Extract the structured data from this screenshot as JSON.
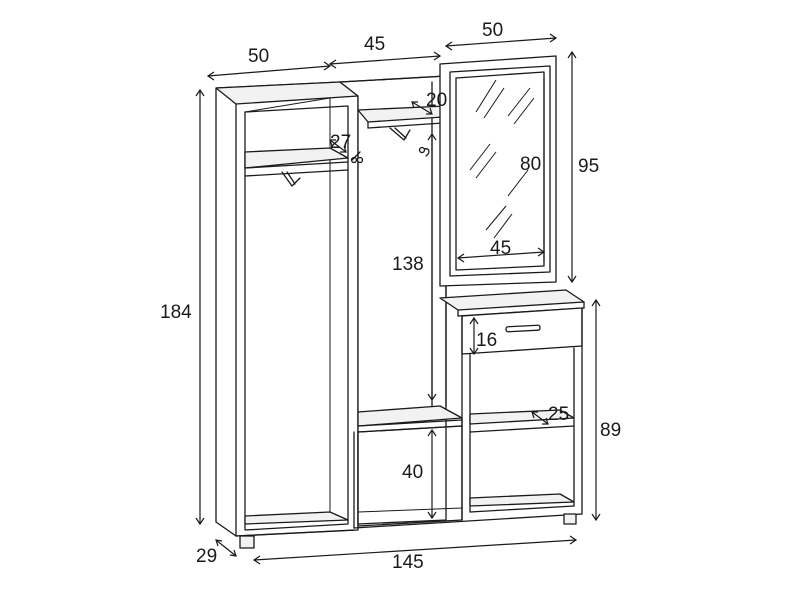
{
  "diagram": {
    "dimensions": {
      "top_left_width": "50",
      "top_middle_width": "45",
      "top_right_width": "50",
      "shelf_depth": "20",
      "upper_compartment": "27",
      "mirror_height": "80",
      "total_mirror_height": "95",
      "mirror_width": "45",
      "middle_height": "138",
      "total_height": "184",
      "drawer_height": "16",
      "shelf_gap": "25",
      "right_height": "89",
      "bottom_open": "40",
      "depth": "29",
      "total_width": "145"
    }
  }
}
